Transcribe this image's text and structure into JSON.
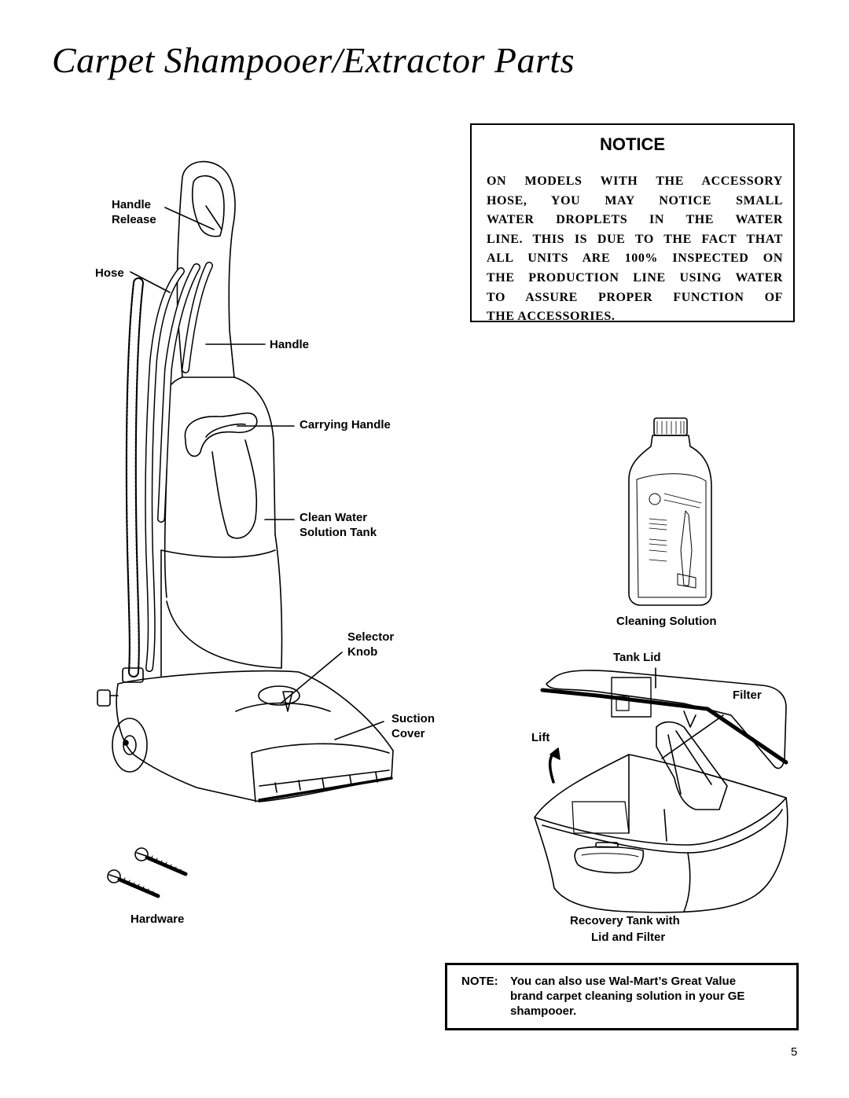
{
  "page": {
    "title": "Carpet Shampooer/Extractor Parts",
    "page_number": "5"
  },
  "notice": {
    "heading": "NOTICE",
    "lines": [
      "ON MODELS WITH THE ACCESSORY",
      "HOSE, YOU MAY NOTICE SMALL",
      "WATER DROPLETS IN THE WATER",
      "LINE. THIS IS DUE TO THE FACT THAT",
      "ALL UNITS ARE 100% INSPECTED ON",
      "THE PRODUCTION LINE USING WATER",
      "TO ASSURE PROPER FUNCTION OF",
      "THE ACCESSORIES."
    ]
  },
  "labels": {
    "handle_release_1": "Handle",
    "handle_release_2": "Release",
    "hose": "Hose",
    "handle": "Handle",
    "carrying_handle": "Carrying Handle",
    "clean_water_1": "Clean Water",
    "clean_water_2": "Solution Tank",
    "selector_1": "Selector",
    "selector_2": "Knob",
    "suction_1": "Suction",
    "suction_2": "Cover",
    "hardware": "Hardware",
    "cleaning_solution": "Cleaning Solution",
    "tank_lid": "Tank Lid",
    "filter": "Filter",
    "lift": "Lift",
    "recovery_1": "Recovery Tank with",
    "recovery_2": "Lid and Filter"
  },
  "note": {
    "prefix": "NOTE:",
    "lines": [
      "You can also use Wal-Mart’s Great Value",
      "brand carpet cleaning solution in your GE",
      "shampooer."
    ]
  }
}
